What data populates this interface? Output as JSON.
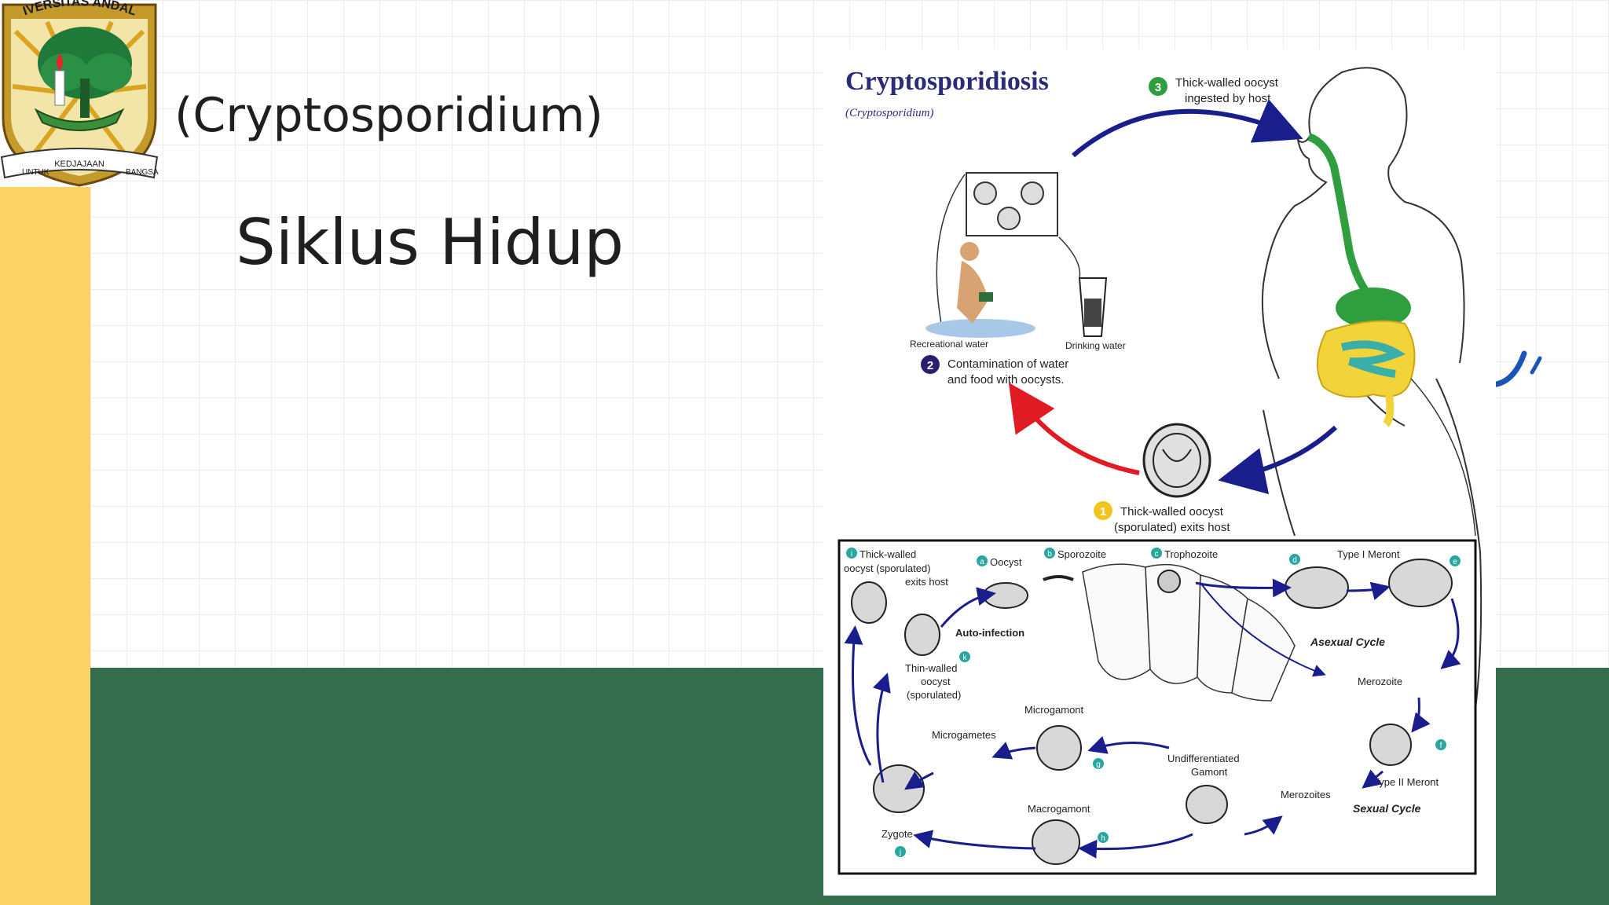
{
  "slide": {
    "subtitle": "(Cryptosporidium)",
    "title": "Siklus Hidup"
  },
  "logo": {
    "top_text": "UNIVERSITAS ANDALAS",
    "ribbon_left": "UNTUK",
    "ribbon_center": "KEDJAJAAN",
    "ribbon_right": "BANGSA"
  },
  "diagram": {
    "title": "Cryptosporidiosis",
    "subtitle": "(Cryptosporidium)",
    "steps": {
      "s3_num": "3",
      "s3_line1": "Thick-walled oocyst",
      "s3_line2": "ingested by host",
      "s2_num": "2",
      "s2_line1": "Contamination of water",
      "s2_line2": "and food with oocysts.",
      "s1_num": "1",
      "s1_line1": "Thick-walled oocyst",
      "s1_line2": "(sporulated) exits host"
    },
    "labels": {
      "recreational": "Recreational water",
      "drinking": "Drinking water"
    },
    "inset": {
      "i_badge": "i",
      "i_line1": "Thick-walled",
      "i_line2": "oocyst (sporulated)",
      "i_line3": "exits host",
      "a_badge": "a",
      "a_label": "Oocyst",
      "b_badge": "b",
      "b_label": "Sporozoite",
      "c_badge": "c",
      "c_label": "Trophozoite",
      "d_badge": "d",
      "d_label": "Type I Meront",
      "e_badge": "e",
      "auto": "Auto-infection",
      "asexual": "Asexual Cycle",
      "k_badge": "k",
      "k_line1": "Thin-walled",
      "k_line2": "oocyst",
      "k_line3": "(sporulated)",
      "merozoite": "Merozoite",
      "microgamont": "Microgamont",
      "microgametes": "Microgametes",
      "g_badge": "g",
      "undiff1": "Undifferentiated",
      "undiff2": "Gamont",
      "f_badge": "f",
      "type2": "Type II Meront",
      "merozoites": "Merozoites",
      "sexual": "Sexual Cycle",
      "macrogamont": "Macrogamont",
      "h_badge": "h",
      "zygote": "Zygote",
      "j_badge": "j"
    }
  },
  "colors": {
    "green_band": "#346d4d",
    "yellow_bar": "#fcd266",
    "diagram_title": "#2a2c7a",
    "arrow_blue": "#1a1e8c",
    "arrow_red": "#e01b24",
    "badge_teal": "#2aa6a0"
  }
}
